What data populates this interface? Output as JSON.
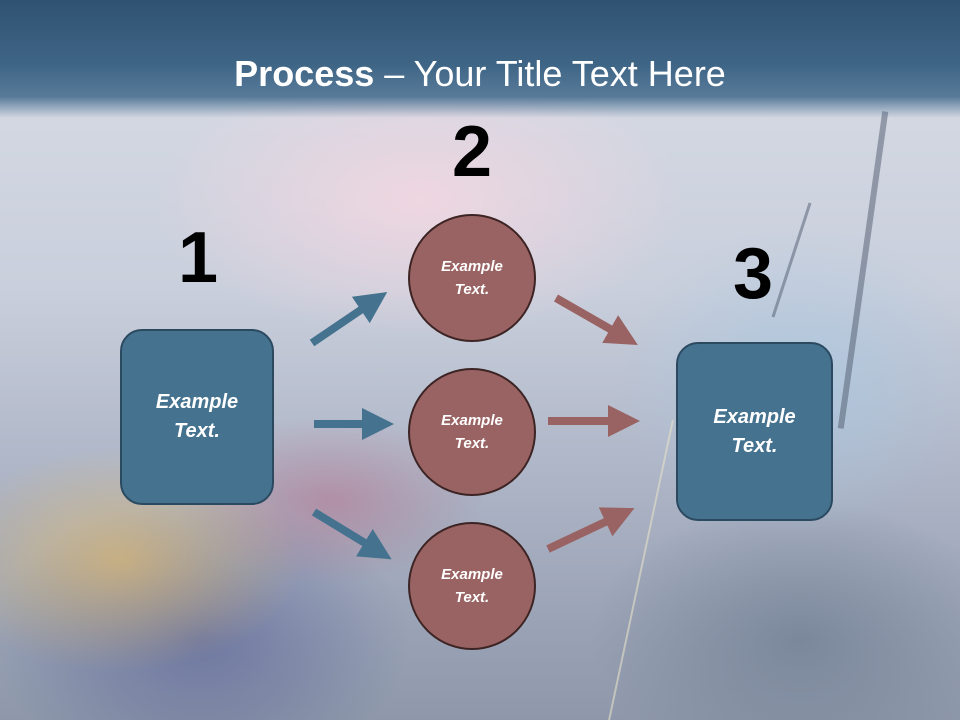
{
  "title": {
    "bold": "Process",
    "rest": " – Your Title Text Here"
  },
  "steps": [
    "1",
    "2",
    "3"
  ],
  "left_box": {
    "line1": "Example",
    "line2": "Text."
  },
  "right_box": {
    "line1": "Example",
    "line2": "Text."
  },
  "circles": [
    {
      "line1": "Example",
      "line2": "Text."
    },
    {
      "line1": "Example",
      "line2": "Text."
    },
    {
      "line1": "Example",
      "line2": "Text."
    }
  ],
  "colors": {
    "box": "#44728f",
    "circle": "#9a6363",
    "arrow_left": "#44728f",
    "arrow_right": "#9a6363",
    "header": "#3f6586"
  }
}
